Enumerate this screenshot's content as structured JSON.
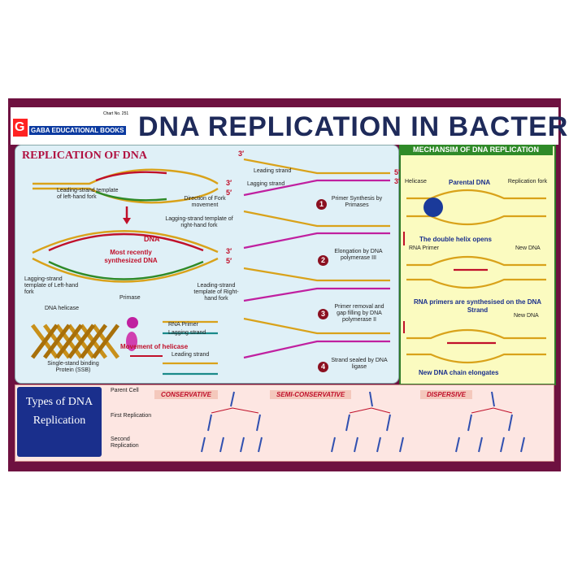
{
  "header": {
    "title": "DNA REPLICATION IN BACTERIA",
    "chart_no": "Chart No. 251",
    "logo_letter": "G",
    "publisher": "GABA EDUCATIONAL BOOKS"
  },
  "left_panel": {
    "title": "REPLICATION OF DNA",
    "labels": {
      "direction": "Direction of Fork movement",
      "leading_left": "Leading-strand template of left-hand fork",
      "lagging_right_template": "Lagging-strand template of right-hand fork",
      "dna": "DNA",
      "most_recent": "Most recently synthesized DNA",
      "lagging_left": "Lagging-strand template of Left-hand fork",
      "leading_right": "Leading-strand template of Right-hand fork",
      "primase": "Primase",
      "helicase": "DNA helicase",
      "rna_primer": "RNA Primer",
      "lagging_strand": "Lagging strand",
      "movement": "Movement of helicase",
      "leading_strand": "Leading strand",
      "ssb": "Single-stand binding Protein (SSB)"
    },
    "steps": [
      {
        "num": "1",
        "text": "Primer Synthesis by Primases"
      },
      {
        "num": "2",
        "text": "Elongation by DNA polymerase III"
      },
      {
        "num": "3",
        "text": "Primer removal and gap filling by DNA polymerase II"
      },
      {
        "num": "4",
        "text": "Strand sealed by DNA ligase"
      }
    ],
    "fork_labels": {
      "leading": "Leading strand",
      "lagging": "Lagging strand"
    },
    "prime3": "3′",
    "prime5": "5′"
  },
  "right_panel": {
    "title": "MECHANSIM OF DNA REPLICATION",
    "helicase": "Helicase",
    "parental": "Parental DNA",
    "replication_fork": "Replication fork",
    "opens": "The double helix opens",
    "rna_primer": "RNA Primer",
    "new_dna": "New DNA",
    "primers": "RNA primers are synthesised on the DNA Strand",
    "new_dna2": "New DNA",
    "elongates": "New DNA chain elongates"
  },
  "bottom": {
    "types_title": "Types of DNA Replication",
    "rows": [
      "Parent Cell",
      "First Replication",
      "Second Replication"
    ],
    "types": [
      "CONSERVATIVE",
      "SEMI-CONSERVATIVE",
      "DISPERSIVE"
    ]
  },
  "colors": {
    "frame": "#6e1140",
    "accent_red": "#c0102a",
    "navy": "#1a2f8c",
    "green": "#2f8a28",
    "strand_gold": "#d9a21a"
  }
}
